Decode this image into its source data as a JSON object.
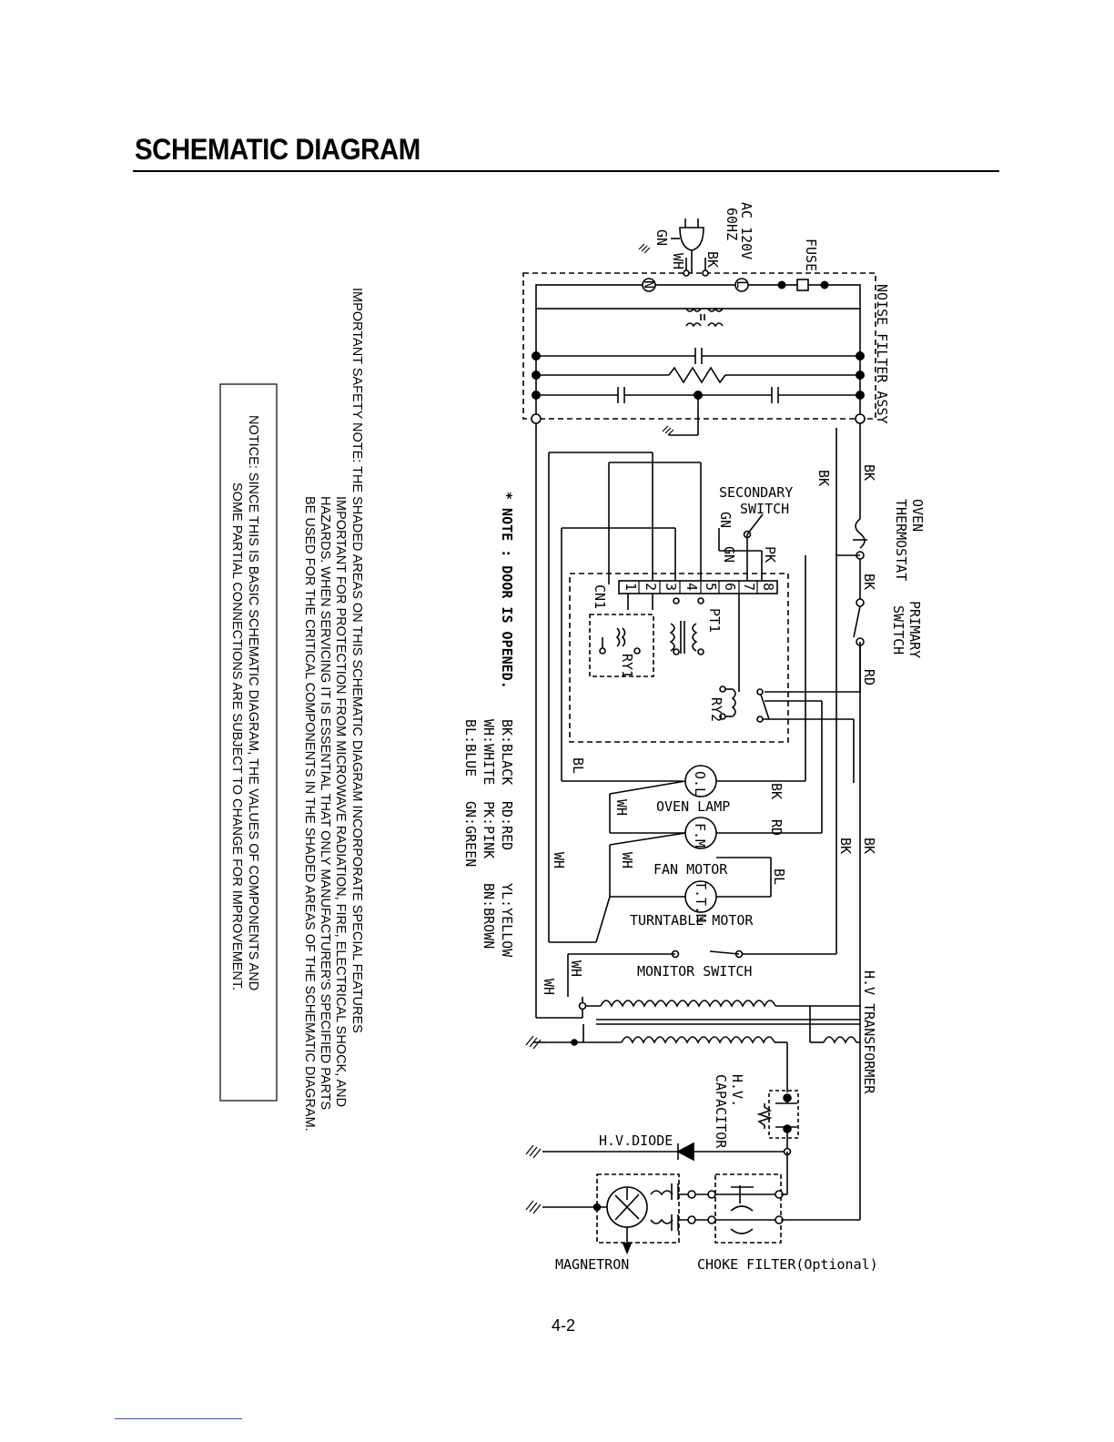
{
  "title": "SCHEMATIC DIAGRAM",
  "page_number": "4-2",
  "power": {
    "line1": "AC 120V",
    "line2": "60HZ",
    "ground": "GN",
    "white": "WH",
    "black": "BK",
    "n": "N",
    "l": "L"
  },
  "components": {
    "fuse": "FUSE",
    "noise_filter": "NOISE FILTER ASSY",
    "oven_thermostat_1": "OVEN",
    "oven_thermostat_2": "THERMOSTAT",
    "primary_switch_1": "PRIMARY",
    "primary_switch_2": "SWITCH",
    "secondary_switch_1": "SECONDARY",
    "secondary_switch_2": "SWITCH",
    "cn1": "CN1",
    "pt1": "PT1",
    "ry1": "RY1",
    "ry2": "RY2",
    "ol": "O.L",
    "oven_lamp": "OVEN LAMP",
    "fm": "F.M",
    "fan_motor": "FAN MOTOR",
    "ttm": "T.T.M",
    "turntable_motor": "TURNTABLE MOTOR",
    "monitor_switch": "MONITOR SWITCH",
    "hv_transformer": "H.V TRANSFORMER",
    "hv_capacitor_1": "H.V.",
    "hv_capacitor_2": "CAPACITOR",
    "hv_diode": "H.V.DIODE",
    "magnetron": "MAGNETRON",
    "choke_filter": "CHOKE FILTER(Optional)"
  },
  "connector_pins": [
    "1",
    "2",
    "3",
    "4",
    "5",
    "6",
    "7",
    "8"
  ],
  "wire_labels": {
    "bk": "BK",
    "rd": "RD",
    "bl": "BL",
    "wh": "WH",
    "gn": "GN",
    "pk": "PK"
  },
  "door_note": "* NOTE :  DOOR IS OPENED.",
  "color_legend": [
    [
      "BK:BLACK",
      "RD:RED",
      "YL:YELLOW"
    ],
    [
      "WH:WHITE",
      "PK:PINK",
      "BN:BROWN"
    ],
    [
      "BL:BLUE",
      "GN:GREEN",
      ""
    ]
  ],
  "safety_note": [
    "IMPORTANT SAFETY NOTE: THE SHADED AREAS ON THIS SCHEMATIC DIAGRAM INCORPORATE SPECIAL FEATURES",
    "IMPORTANT FOR PROTECTION FROM MICROWAVE RADIATION, FIRE, ELECTRICAL SHOCK, AND",
    "HAZARDS. WHEN SERVICING IT IS ESSENTIAL THAT ONLY MANUFACTURER'S SPECIFIED PARTS",
    "BE USED FOR THE CRITICAL COMPONENTS IN THE SHADED AREAS OF THE SCHEMATIC DIAGRAM."
  ],
  "notice": [
    "NOTICE: SINCE THIS IS BASIC SCHEMATIC DIAGRAM, THE VALUES OF COMPONENTS AND",
    "SOME PARTIAL CONNECTIONS ARE SUBJECT TO CHANGE FOR IMPROVEMENT."
  ]
}
